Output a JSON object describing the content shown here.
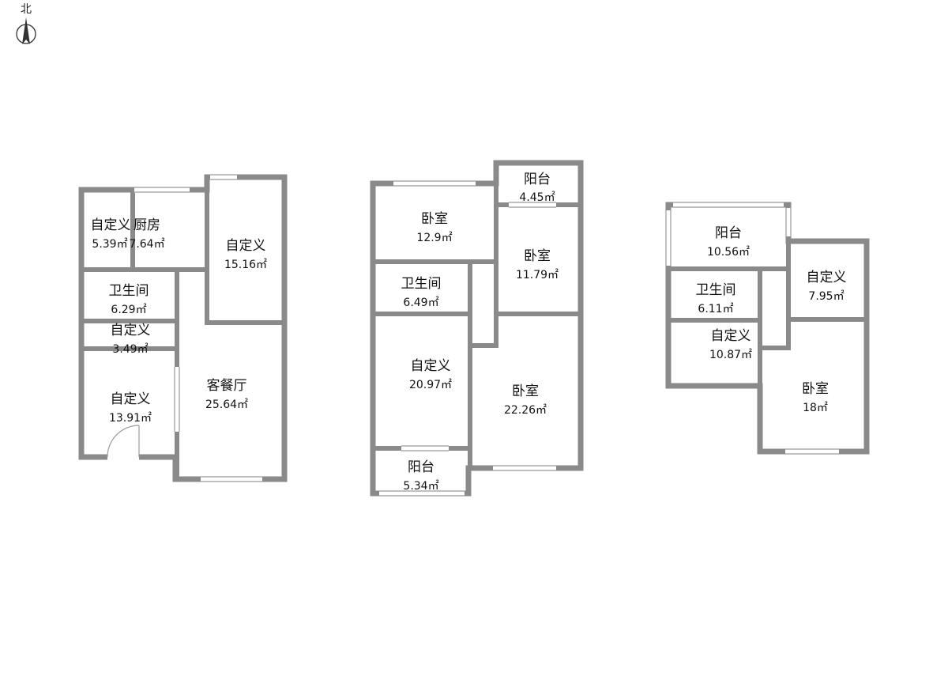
{
  "compass": {
    "label": "北"
  },
  "floors": [
    {
      "id": "floor-1",
      "rooms": [
        {
          "key": "custom-a",
          "name": "自定义",
          "area": "5.39㎡"
        },
        {
          "key": "kitchen",
          "name": "厨房",
          "area": "7.64㎡"
        },
        {
          "key": "custom-b",
          "name": "自定义",
          "area": "15.16㎡"
        },
        {
          "key": "bathroom",
          "name": "卫生间",
          "area": "6.29㎡"
        },
        {
          "key": "custom-c",
          "name": "自定义",
          "area": "3.49㎡"
        },
        {
          "key": "custom-d",
          "name": "自定义",
          "area": "13.91㎡"
        },
        {
          "key": "living-dining",
          "name": "客餐厅",
          "area": "25.64㎡"
        }
      ]
    },
    {
      "id": "floor-2",
      "rooms": [
        {
          "key": "balcony-n",
          "name": "阳台",
          "area": "4.45㎡"
        },
        {
          "key": "bedroom-nw",
          "name": "卧室",
          "area": "12.9㎡"
        },
        {
          "key": "bedroom-ne",
          "name": "卧室",
          "area": "11.79㎡"
        },
        {
          "key": "bathroom",
          "name": "卫生间",
          "area": "6.49㎡"
        },
        {
          "key": "custom",
          "name": "自定义",
          "area": "20.97㎡"
        },
        {
          "key": "bedroom-se",
          "name": "卧室",
          "area": "22.26㎡"
        },
        {
          "key": "balcony-s",
          "name": "阳台",
          "area": "5.34㎡"
        }
      ]
    },
    {
      "id": "floor-3",
      "rooms": [
        {
          "key": "balcony",
          "name": "阳台",
          "area": "10.56㎡"
        },
        {
          "key": "bathroom",
          "name": "卫生间",
          "area": "6.11㎡"
        },
        {
          "key": "custom-ne",
          "name": "自定义",
          "area": "7.95㎡"
        },
        {
          "key": "custom-w",
          "name": "自定义",
          "area": "10.87㎡"
        },
        {
          "key": "bedroom",
          "name": "卧室",
          "area": "18㎡"
        }
      ]
    }
  ]
}
